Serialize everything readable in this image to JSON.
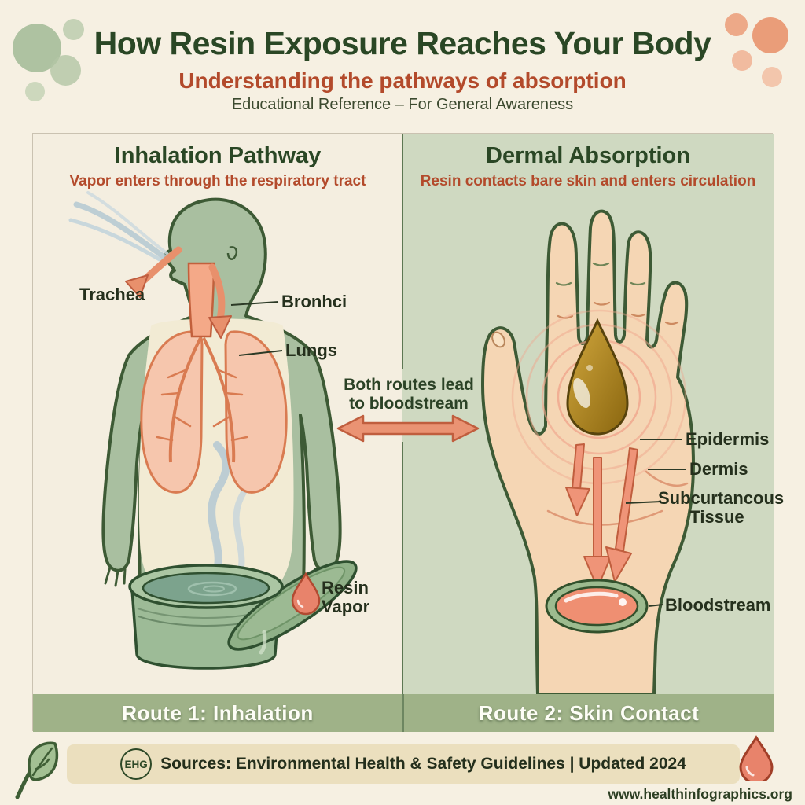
{
  "header": {
    "title": "How Resin Exposure Reaches Your Body",
    "subtitle": "Understanding the pathways of absorption",
    "tagline": "Educational Reference – For General Awareness"
  },
  "left_panel": {
    "title": "Inhalation Pathway",
    "subtitle": "Vapor enters through the respiratory tract",
    "labels": {
      "trachea": "Trachea",
      "bronchi": "Bronhci",
      "lungs": "Lungs",
      "resin_vapor": "Resin\nVapor"
    },
    "route_bar": "Route 1: Inhalation"
  },
  "right_panel": {
    "title": "Dermal Absorption",
    "subtitle": "Resin contacts bare skin and enters circulation",
    "labels": {
      "epidermis": "Epidermis",
      "dermis": "Dermis",
      "subcutaneous": "Subcurtancous\nTissue",
      "bloodstream": "Bloodstream"
    },
    "route_bar": "Route 2: Skin Contact"
  },
  "center": {
    "text": "Both routes lead\nto bloodstream"
  },
  "footer": {
    "badge": "EHG",
    "sources": "Sources: Environmental Health & Safety Guidelines | Updated 2024",
    "website": "www.healthinfographics.org"
  },
  "colors": {
    "bg": "#f6f0e2",
    "panel-left-bg": "#f4eee0",
    "panel-right-bg": "#cfd9c1",
    "title-green": "#2a4725",
    "accent-red": "#b34a2b",
    "label-dark": "#25301d",
    "route-bar-green": "#9fb288",
    "divider-green": "#5d7753",
    "footer-bar-bg": "#ebdfbe",
    "outline-green": "#3d5a35",
    "salmon": "#ea9373",
    "salmon-dark": "#c05e3e"
  }
}
